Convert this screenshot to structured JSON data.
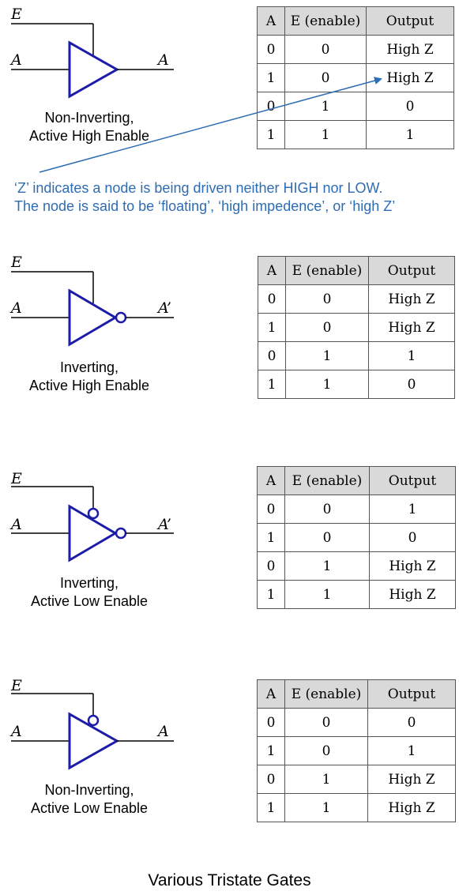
{
  "gates": [
    {
      "enable_label": "E",
      "input_label": "A",
      "output_label": "A",
      "inverting": false,
      "active_low": false,
      "caption_line1": "Non-Inverting,",
      "caption_line2": "Active High Enable",
      "table": {
        "headers": [
          "A",
          "E (enable)",
          "Output"
        ],
        "rows": [
          [
            "0",
            "0",
            "High Z"
          ],
          [
            "1",
            "0",
            "High Z"
          ],
          [
            "0",
            "1",
            "0"
          ],
          [
            "1",
            "1",
            "1"
          ]
        ]
      }
    },
    {
      "enable_label": "E",
      "input_label": "A",
      "output_label": "A’",
      "inverting": true,
      "active_low": false,
      "caption_line1": "Inverting,",
      "caption_line2": "Active High Enable",
      "table": {
        "headers": [
          "A",
          "E (enable)",
          "Output"
        ],
        "rows": [
          [
            "0",
            "0",
            "High Z"
          ],
          [
            "1",
            "0",
            "High Z"
          ],
          [
            "0",
            "1",
            "1"
          ],
          [
            "1",
            "1",
            "0"
          ]
        ]
      }
    },
    {
      "enable_label": "E",
      "input_label": "A",
      "output_label": "A’",
      "inverting": true,
      "active_low": true,
      "caption_line1": "Inverting,",
      "caption_line2": "Active Low Enable",
      "table": {
        "headers": [
          "A",
          "E (enable)",
          "Output"
        ],
        "rows": [
          [
            "0",
            "0",
            "1"
          ],
          [
            "1",
            "0",
            "0"
          ],
          [
            "0",
            "1",
            "High Z"
          ],
          [
            "1",
            "1",
            "High Z"
          ]
        ]
      }
    },
    {
      "enable_label": "E",
      "input_label": "A",
      "output_label": "A",
      "inverting": false,
      "active_low": true,
      "caption_line1": "Non-Inverting,",
      "caption_line2": "Active Low Enable",
      "table": {
        "headers": [
          "A",
          "E (enable)",
          "Output"
        ],
        "rows": [
          [
            "0",
            "0",
            "0"
          ],
          [
            "1",
            "0",
            "1"
          ],
          [
            "0",
            "1",
            "High Z"
          ],
          [
            "1",
            "1",
            "High Z"
          ]
        ]
      }
    }
  ],
  "note": {
    "line1": "‘Z’ indicates a node is being driven neither HIGH nor LOW.",
    "line2": "The node is said to be ‘floating’, ‘high impedence’, or ‘high Z’"
  },
  "title": "Various Tristate Gates",
  "colors": {
    "gate": "#1c1ca8",
    "note": "#2e6cb3",
    "header_bg": "#d9d9d9"
  }
}
